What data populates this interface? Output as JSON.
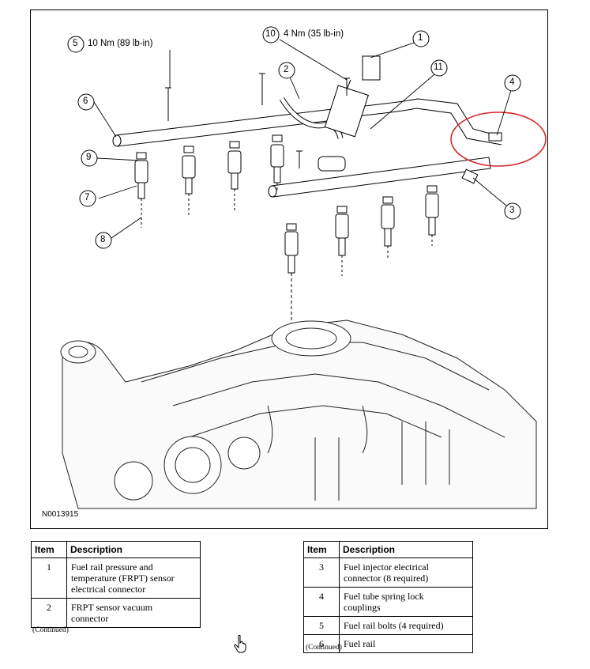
{
  "figure": {
    "id": "N0013915",
    "torque_callouts": [
      {
        "number": "5",
        "spec": "10 Nm (89 lb-in)"
      },
      {
        "number": "10",
        "spec": "4 Nm (35 lb-in)"
      }
    ],
    "callouts": [
      "1",
      "2",
      "3",
      "4",
      "5",
      "6",
      "7",
      "8",
      "9",
      "10",
      "11"
    ],
    "highlight_color": "#d9262b"
  },
  "table_left": {
    "headers": {
      "item": "Item",
      "description": "Description"
    },
    "rows": [
      {
        "item": "1",
        "lines": [
          "Fuel rail pressure and",
          "temperature (FRPT) sensor",
          "electrical connector"
        ]
      },
      {
        "item": "2",
        "lines": [
          "FRPT sensor vacuum",
          "connector"
        ]
      }
    ],
    "continued": "(Continued)"
  },
  "table_right": {
    "headers": {
      "item": "Item",
      "description": "Description"
    },
    "rows": [
      {
        "item": "3",
        "lines": [
          "Fuel injector electrical",
          "connector (8 required)"
        ]
      },
      {
        "item": "4",
        "lines": [
          "Fuel tube spring lock",
          "couplings"
        ]
      },
      {
        "item": "5",
        "lines": [
          "Fuel rail bolts (4 required)"
        ]
      },
      {
        "item": "6",
        "lines": [
          "Fuel rail"
        ]
      }
    ],
    "continued": "(Continued)"
  }
}
